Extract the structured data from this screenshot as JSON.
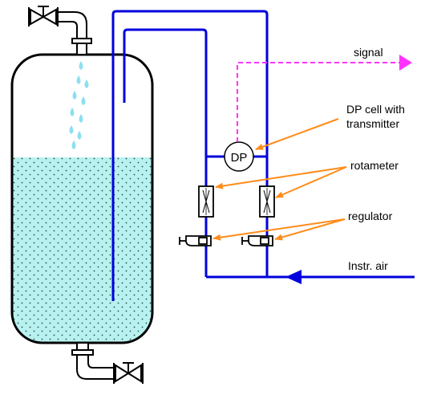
{
  "diagram": {
    "labels": {
      "signal": "signal",
      "dp_cell_line1": "DP cell with",
      "dp_cell_line2": "transmitter",
      "rotameter": "rotameter",
      "regulator": "regulator",
      "instr_air": "Instr. air",
      "dp_symbol": "DP"
    },
    "colors": {
      "pipe": "#0000dd",
      "signal": "#ff33ff",
      "callout": "#ff8c1a",
      "liquid": "#b8f2f0",
      "drops": "#8ddff0",
      "outline": "#000000"
    }
  }
}
